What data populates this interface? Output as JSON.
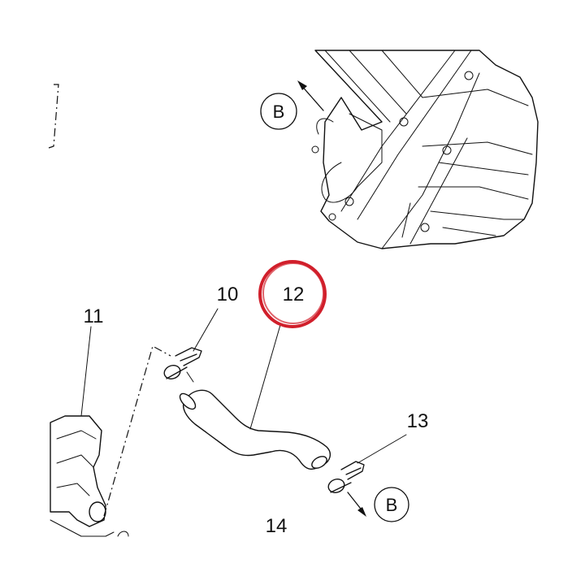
{
  "callouts": {
    "c10": "10",
    "c11": "11",
    "c12": "12",
    "c13": "13",
    "c14": "14"
  },
  "references": {
    "top_ref": "B",
    "bottom_ref": "B"
  },
  "colors": {
    "highlight": "#d11f2b",
    "line": "#111111"
  }
}
